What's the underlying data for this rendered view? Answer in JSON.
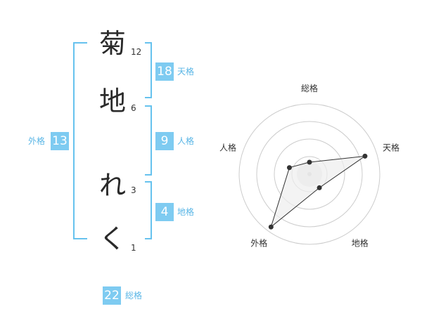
{
  "characters": [
    {
      "char": "菊",
      "strokes": "12"
    },
    {
      "char": "地",
      "strokes": "6"
    },
    {
      "char": "れ",
      "strokes": "3"
    },
    {
      "char": "く",
      "strokes": "1"
    }
  ],
  "kakusu": {
    "tenkaku": {
      "value": "18",
      "label": "天格"
    },
    "jinkaku": {
      "value": "9",
      "label": "人格"
    },
    "chikaku": {
      "value": "4",
      "label": "地格"
    },
    "gaikaku": {
      "value": "13",
      "label": "外格"
    },
    "soukaku": {
      "value": "22",
      "label": "総格"
    }
  },
  "chart_data": {
    "type": "radar",
    "axes": [
      "総格",
      "天格",
      "地格",
      "外格",
      "人格"
    ],
    "values": [
      0.17,
      0.83,
      0.24,
      0.93,
      0.3
    ],
    "colors": {
      "line": "#333333",
      "fill": "#eeeeee",
      "grid": "#cccccc",
      "accent": "#66c2ee"
    }
  }
}
